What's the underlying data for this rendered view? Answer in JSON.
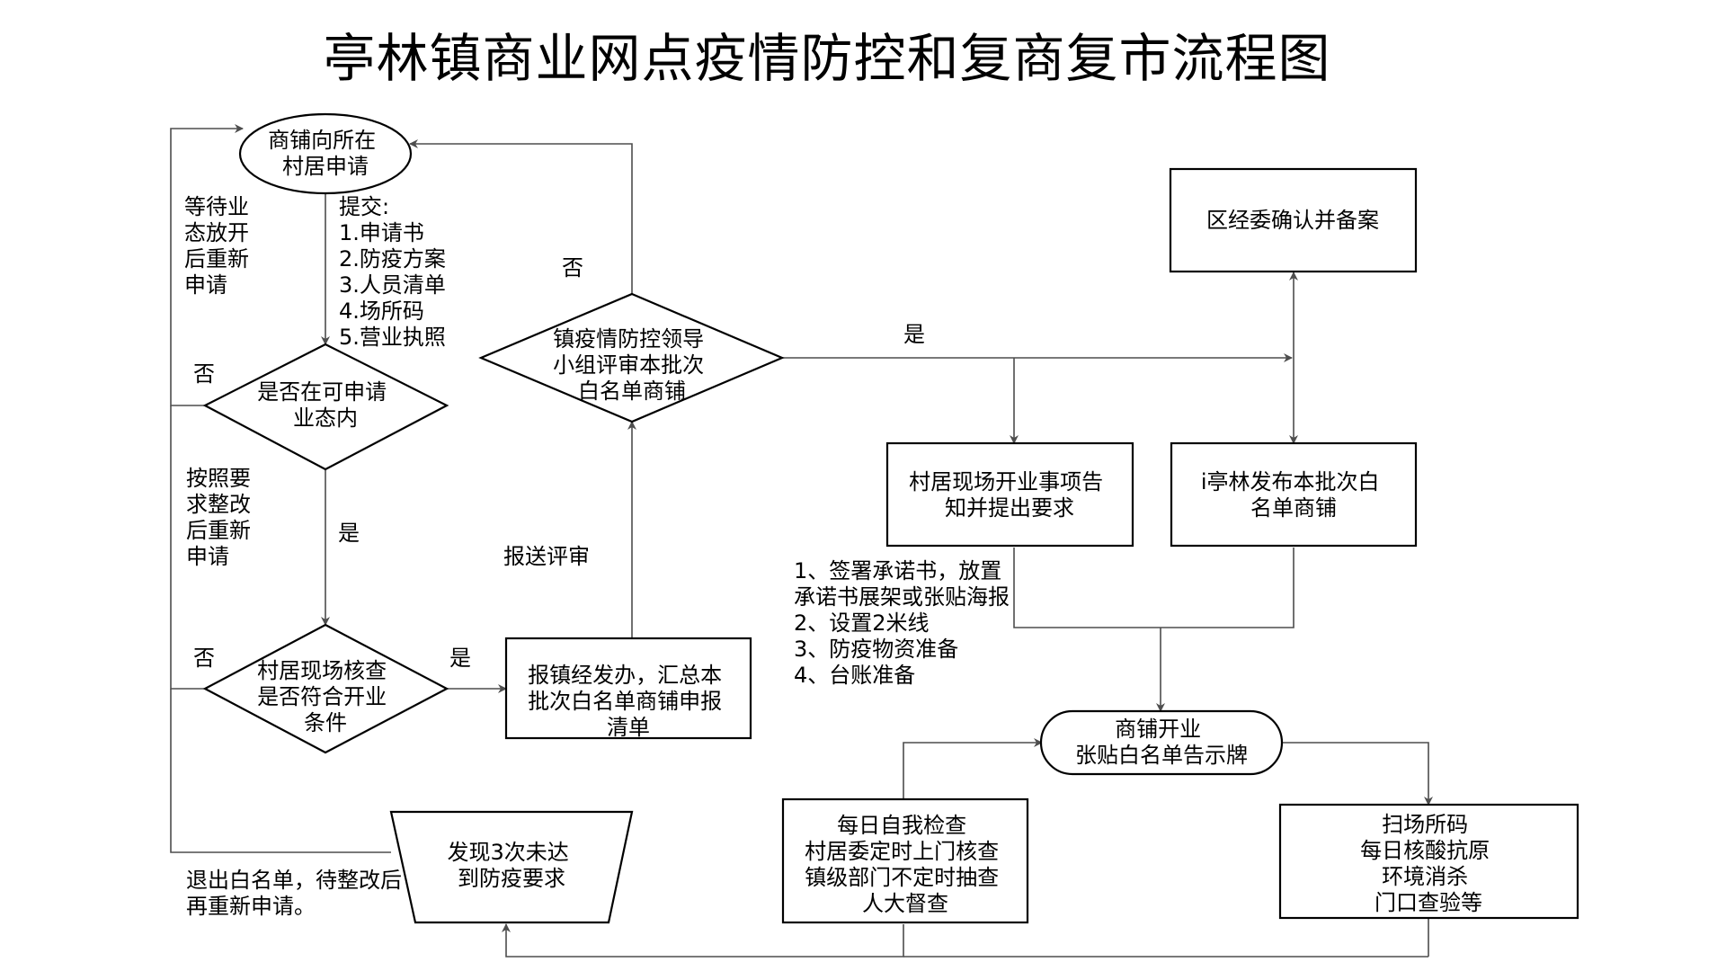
{
  "title": "亭林镇商业网点疫情防控和复商复市流程图",
  "nodes": {
    "apply": [
      "商铺向所在",
      "村居申请"
    ],
    "in_scope": [
      "是否在可申请",
      "业态内"
    ],
    "onsite_check": [
      "村居现场核查",
      "是否符合开业",
      "条件"
    ],
    "report_office": [
      "报镇经发办，汇总本",
      "批次白名单商铺申报",
      "清单"
    ],
    "review": [
      "镇疫情防控领导",
      "小组评审本批次",
      "白名单商铺"
    ],
    "district_confirm": [
      "区经委确认并备案"
    ],
    "village_notice": [
      "村居现场开业事项告",
      "知并提出要求"
    ],
    "ipublish": [
      "i亭林发布本批次白",
      "名单商铺"
    ],
    "open": [
      "商铺开业",
      "张贴白名单告示牌"
    ],
    "daily_check": [
      "每日自我检查",
      "村居委定时上门核查",
      "镇级部门不定时抽查",
      "人大督查"
    ],
    "scan": [
      "扫场所码",
      "每日核酸抗原",
      "环境消杀",
      "门口查验等"
    ],
    "violation": [
      "发现3次未达",
      "到防疫要求"
    ]
  },
  "notes": {
    "submit": [
      "提交:",
      "1.申请书",
      "2.防疫方案",
      "3.人员清单",
      "4.场所码",
      "5.营业执照"
    ],
    "wait": [
      "等待业",
      "态放开",
      "后重新",
      "申请"
    ],
    "rectify": [
      "按照要",
      "求整改",
      "后重新",
      "申请"
    ],
    "requirements": [
      "1、签署承诺书，放置",
      "承诺书展架或张贴海报",
      "2、设置2米线",
      "3、防疫物资准备",
      "4、台账准备"
    ],
    "exit": [
      "退出白名单，待整改后",
      "再重新申请。"
    ]
  },
  "labels": {
    "no": "否",
    "yes": "是",
    "submit_review": "报送评审"
  }
}
